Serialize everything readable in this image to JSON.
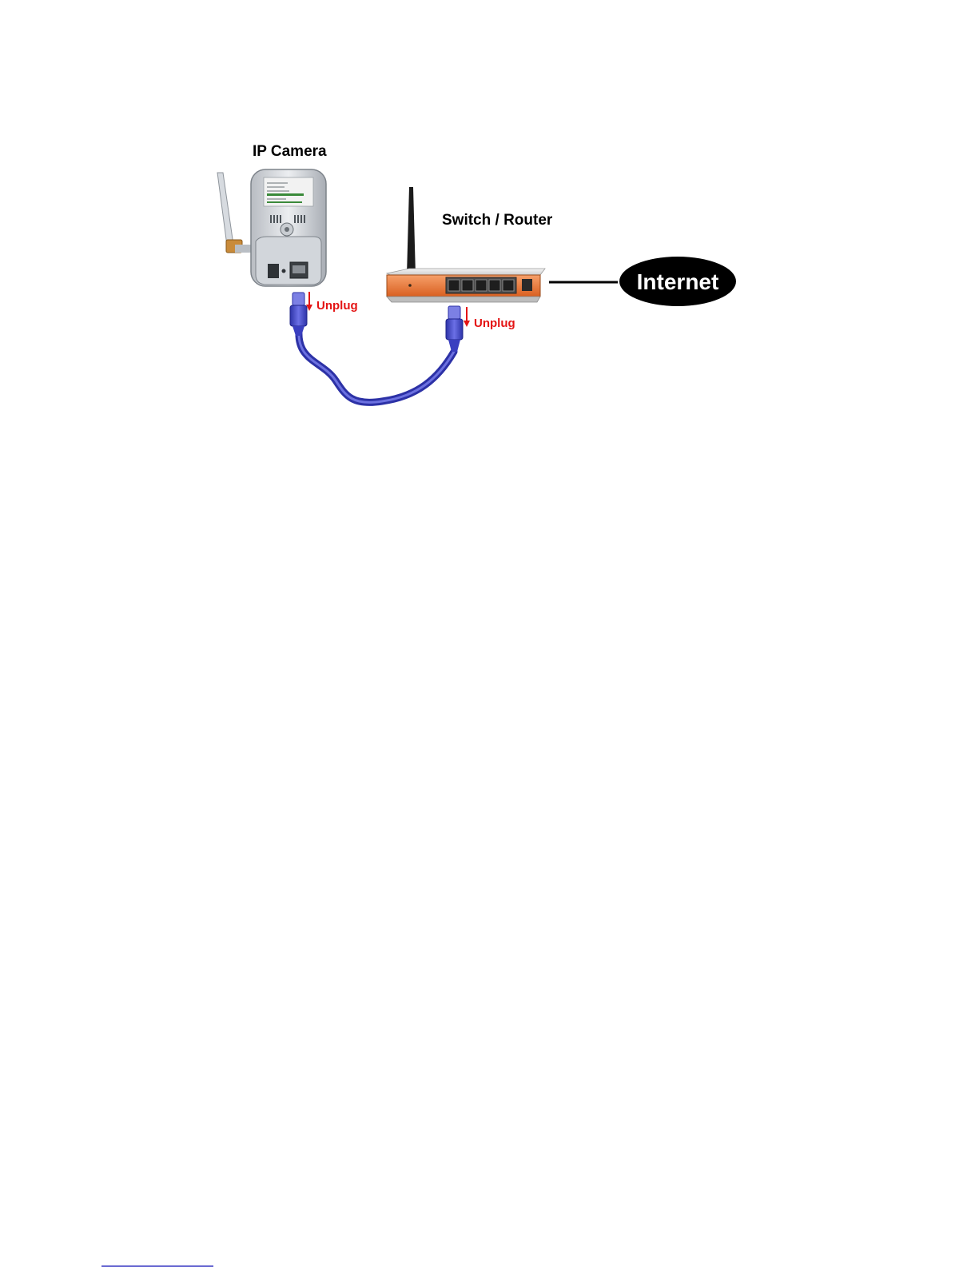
{
  "labels": {
    "camera": "IP Camera",
    "router": "Switch / Router",
    "internet": "Internet",
    "unplug_camera": "Unplug",
    "unplug_router": "Unplug"
  },
  "colors": {
    "cable": "#3a3fc0",
    "connector": "#4a4fd0",
    "unplug": "#e41414",
    "router_body": "#e8763a",
    "internet_bg": "#000000"
  }
}
